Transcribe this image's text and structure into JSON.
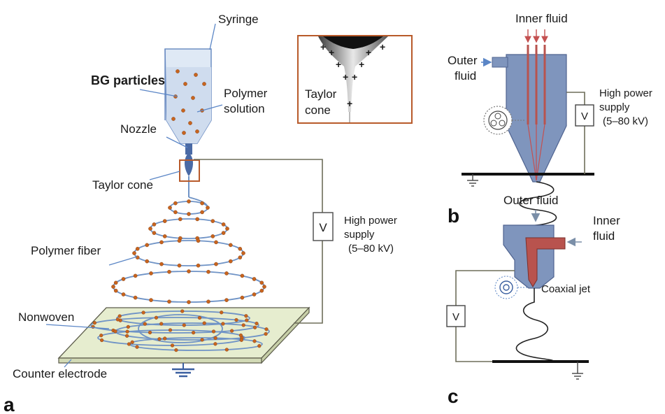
{
  "panel_a": {
    "panel_label": "a",
    "syringe_label": "Syringe",
    "particles_label": "BG particles",
    "solution_label_1": "Polymer",
    "solution_label_2": "solution",
    "nozzle_label": "Nozzle",
    "taylor_cone_label": "Taylor cone",
    "inset_label_1": "Taylor",
    "inset_label_2": "cone",
    "fiber_label": "Polymer fiber",
    "nonwoven_label": "Nonwoven",
    "electrode_label": "Counter electrode",
    "voltmeter_symbol": "V",
    "supply_label_1": "High power",
    "supply_label_2": "supply",
    "supply_label_3": "(5–80 kV)"
  },
  "panel_b": {
    "panel_label": "b",
    "inner_fluid_label": "Inner fluid",
    "outer_fluid_label_1": "Outer",
    "outer_fluid_label_2": "fluid",
    "voltmeter_symbol": "V",
    "supply_label_1": "High power",
    "supply_label_2": "supply",
    "supply_label_3": "(5–80 kV)"
  },
  "panel_c": {
    "panel_label": "c",
    "outer_fluid_label": "Outer fluid",
    "inner_fluid_label_1": "Inner",
    "inner_fluid_label_2": "fluid",
    "jet_label": "Coaxial jet",
    "voltmeter_symbol": "V"
  },
  "colors": {
    "syringe_fill": "#dfe9f5",
    "fluid_blue": "#7f95bd",
    "fluid_red": "#b8534e",
    "electrode_plate": "#e6edcf",
    "bead": "#c8641e",
    "inset_border": "#b85a2a"
  }
}
